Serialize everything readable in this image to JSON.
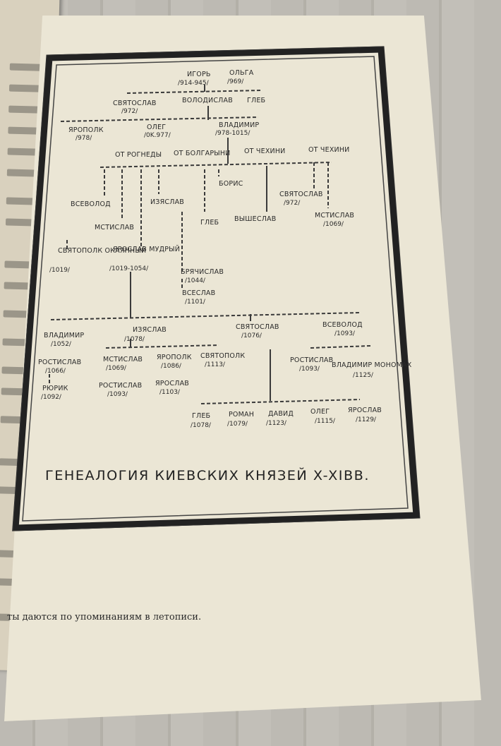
{
  "caption": "ГЕНЕАЛОГИЯ КИЕВСКИХ КНЯЗЕЙ X-XIВВ.",
  "footnote": "ты даются по упоминаниям в летописи.",
  "people": {
    "igor": {
      "name": "ИГОРЬ",
      "years": "/914-945/"
    },
    "olga": {
      "name": "ОЛЬГА",
      "years": "/969/"
    },
    "svyatoslav1": {
      "name": "СВЯТОСЛАВ",
      "years": "/972/"
    },
    "voloislav": {
      "name": "ВОЛОДИСЛАВ",
      "years": ""
    },
    "gleb1": {
      "name": "ГЛЕБ",
      "years": ""
    },
    "yaropolk1": {
      "name": "ЯРОПОЛК",
      "years": "/978/"
    },
    "oleg1": {
      "name": "ОЛЕГ",
      "years": "/0K.977/"
    },
    "vladimir1": {
      "name": "ВЛАДИМИР",
      "years": "/978-1015/"
    },
    "vsevolod1": {
      "name": "ВСЕВОЛОД",
      "years": ""
    },
    "mstislav1": {
      "name": "МСТИСЛАВ",
      "years": ""
    },
    "izyaslav1": {
      "name": "ИЗЯСЛАВ",
      "years": ""
    },
    "svyatopolk1": {
      "name": "СВЯТОПОЛК ОКАЯННЫЙ",
      "years": "/1019/"
    },
    "yaroslav1": {
      "name": "ЯРОСЛАВ МУДРЫЙ",
      "years": "/1019-1054/"
    },
    "bryachislav": {
      "name": "БРЯЧИСЛАВ",
      "years": "/1044/"
    },
    "vseslav": {
      "name": "ВСЕСЛАВ",
      "years": "/1101/"
    },
    "gleb2": {
      "name": "ГЛЕБ",
      "years": ""
    },
    "boris": {
      "name": "БОРИС",
      "years": ""
    },
    "vysheslav": {
      "name": "ВЫШЕСЛАВ",
      "years": ""
    },
    "svyatoslav2": {
      "name": "СВЯТОСЛАВ",
      "years": "/972/"
    },
    "mstislav2": {
      "name": "МСТИСЛАВ",
      "years": "/1069/"
    },
    "vladimir2": {
      "name": "ВЛАДИМИР",
      "years": "/1052/"
    },
    "rostislav1": {
      "name": "РОСТИСЛАВ",
      "years": "/1066/"
    },
    "ryurik": {
      "name": "РЮРИК",
      "years": "/1092/"
    },
    "izyaslav2": {
      "name": "ИЗЯСЛАВ",
      "years": "/1078/"
    },
    "mstislav3": {
      "name": "МСТИСЛАВ",
      "years": "/1069/"
    },
    "yaropolk2": {
      "name": "ЯРОПОЛК",
      "years": "/1086/"
    },
    "svyatopolk2": {
      "name": "СВЯТОПОЛК",
      "years": "/1113/"
    },
    "rostislav2": {
      "name": "РОСТИСЛАВ",
      "years": "/1093/"
    },
    "yaroslav2": {
      "name": "ЯРОСЛАВ",
      "years": "/1103/"
    },
    "svyatoslav3": {
      "name": "СВЯТОСЛАВ",
      "years": "/1076/"
    },
    "vsevolod2": {
      "name": "ВСЕВОЛОД",
      "years": "/1093/"
    },
    "rostislav3": {
      "name": "РОСТИСЛАВ",
      "years": "/1093/"
    },
    "vladimir3": {
      "name": "ВЛАДИМИР МОНОМАХ",
      "years": "/1125/"
    },
    "gleb3": {
      "name": "ГЛЕБ",
      "years": "/1078/"
    },
    "roman": {
      "name": "РОМАН",
      "years": "/1079/"
    },
    "david": {
      "name": "ДАВИД",
      "years": "/1123/"
    },
    "oleg2": {
      "name": "ОЛЕГ",
      "years": "/1115/"
    },
    "yaroslav3": {
      "name": "ЯРОСЛАВ",
      "years": "/1129/"
    }
  },
  "mothers": {
    "rogneda": "ОТ РОГНЕДЫ",
    "bolgarynya": "ОТ БОЛГАРЫНИ",
    "chekhini1": "ОТ ЧЕХИНИ",
    "chekhini2": "ОТ ЧЕХИНИ"
  },
  "colors": {
    "ink": "#2a2a2a",
    "paper": "#ebe6d5"
  }
}
